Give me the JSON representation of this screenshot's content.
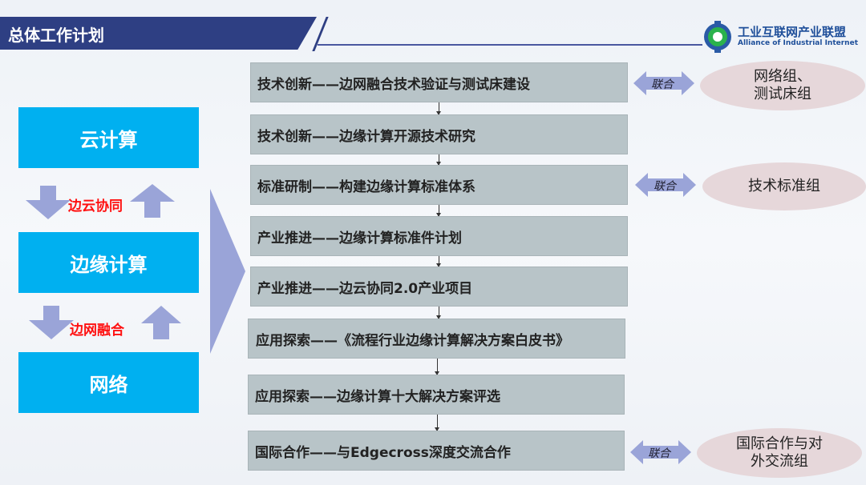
{
  "header": {
    "title": "总体工作计划"
  },
  "logo": {
    "name_cn": "工业互联网产业联盟",
    "name_en": "Alliance of Industrial Internet"
  },
  "left": {
    "blocks": [
      "云计算",
      "边缘计算",
      "网络"
    ],
    "links": [
      "边云协同",
      "边网融合"
    ]
  },
  "plan": [
    "技术创新——边网融合技术验证与测试床建设",
    "技术创新——边缘计算开源技术研究",
    "标准研制——构建边缘计算标准体系",
    "产业推进——边缘计算标准件计划",
    "产业推进——边云协同2.0产业项目",
    "应用探索——《流程行业边缘计算解决方案白皮书》",
    "应用探索——边缘计算十大解决方案评选",
    "国际合作——与Edgecross深度交流合作"
  ],
  "joint": {
    "label": "联合",
    "groups": [
      {
        "line1": "网络组、",
        "line2": "测试床组"
      },
      {
        "line1": "技术标准组",
        "line2": ""
      },
      {
        "line1": "国际合作与对",
        "line2": "外交流组"
      }
    ]
  },
  "colors": {
    "header": "#2e3f83",
    "block": "#00b0f0",
    "plan_box": "#b8c4c8",
    "arrow": "#9aa4d8",
    "ellipse": "#e6d7da",
    "link_text": "#ff1010"
  }
}
